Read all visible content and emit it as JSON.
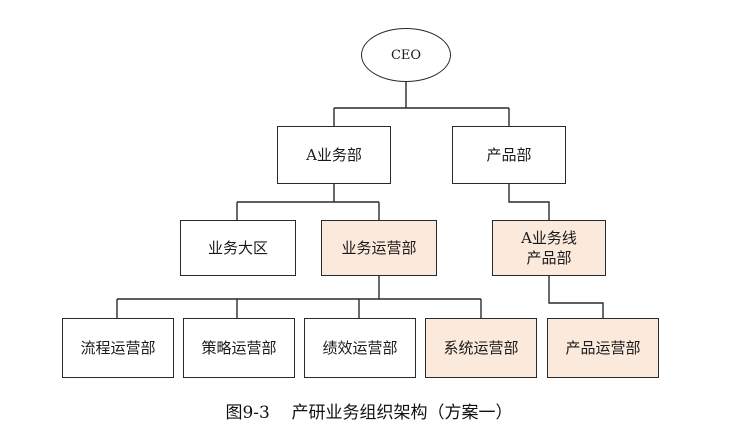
{
  "diagram": {
    "root": "CEO",
    "level1": {
      "a_business": "A业务部",
      "product": "产品部"
    },
    "level2": {
      "business_region": "业务大区",
      "business_ops": "业务运营部",
      "a_product_line": [
        "A业务线",
        "产品部"
      ]
    },
    "level3": {
      "process_ops": "流程运营部",
      "strategy_ops": "策略运营部",
      "performance_ops": "绩效运营部",
      "system_ops": "系统运营部",
      "product_ops": "产品运营部"
    },
    "highlight_color": "#fbe9dc"
  },
  "caption": {
    "figure_no": "图9-3",
    "title": "产研业务组织架构（方案一）"
  }
}
